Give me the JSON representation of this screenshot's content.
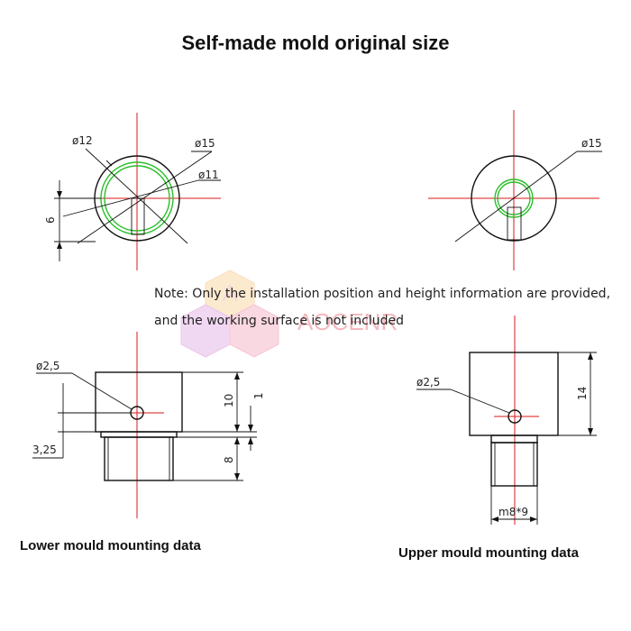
{
  "title": "Self-made mold original size",
  "note": {
    "line1": "Note: Only the installation position and height information are provided,",
    "line2": "and the working surface is not included"
  },
  "captions": {
    "lower": "Lower mould mounting data",
    "upper": "Upper mould mounting data"
  },
  "watermark": {
    "text": "AOCENR",
    "logo_letter": "A"
  },
  "dimensions": {
    "top_left": {
      "d12": "ø12",
      "d15": "ø15",
      "d11": "ø11",
      "h6": "6"
    },
    "top_right": {
      "d15": "ø15"
    },
    "lower": {
      "d2_5": "ø2,5",
      "h10": "10",
      "h1": "1",
      "h8": "8",
      "h3_25": "3,25"
    },
    "upper": {
      "d2_5": "ø2,5",
      "h14": "14",
      "thread": "m8*9"
    }
  },
  "colors": {
    "centerline": "#d81818",
    "inner_circle": "#2bbf2b",
    "outline": "#111111",
    "watermark": "#f3b9bf"
  }
}
